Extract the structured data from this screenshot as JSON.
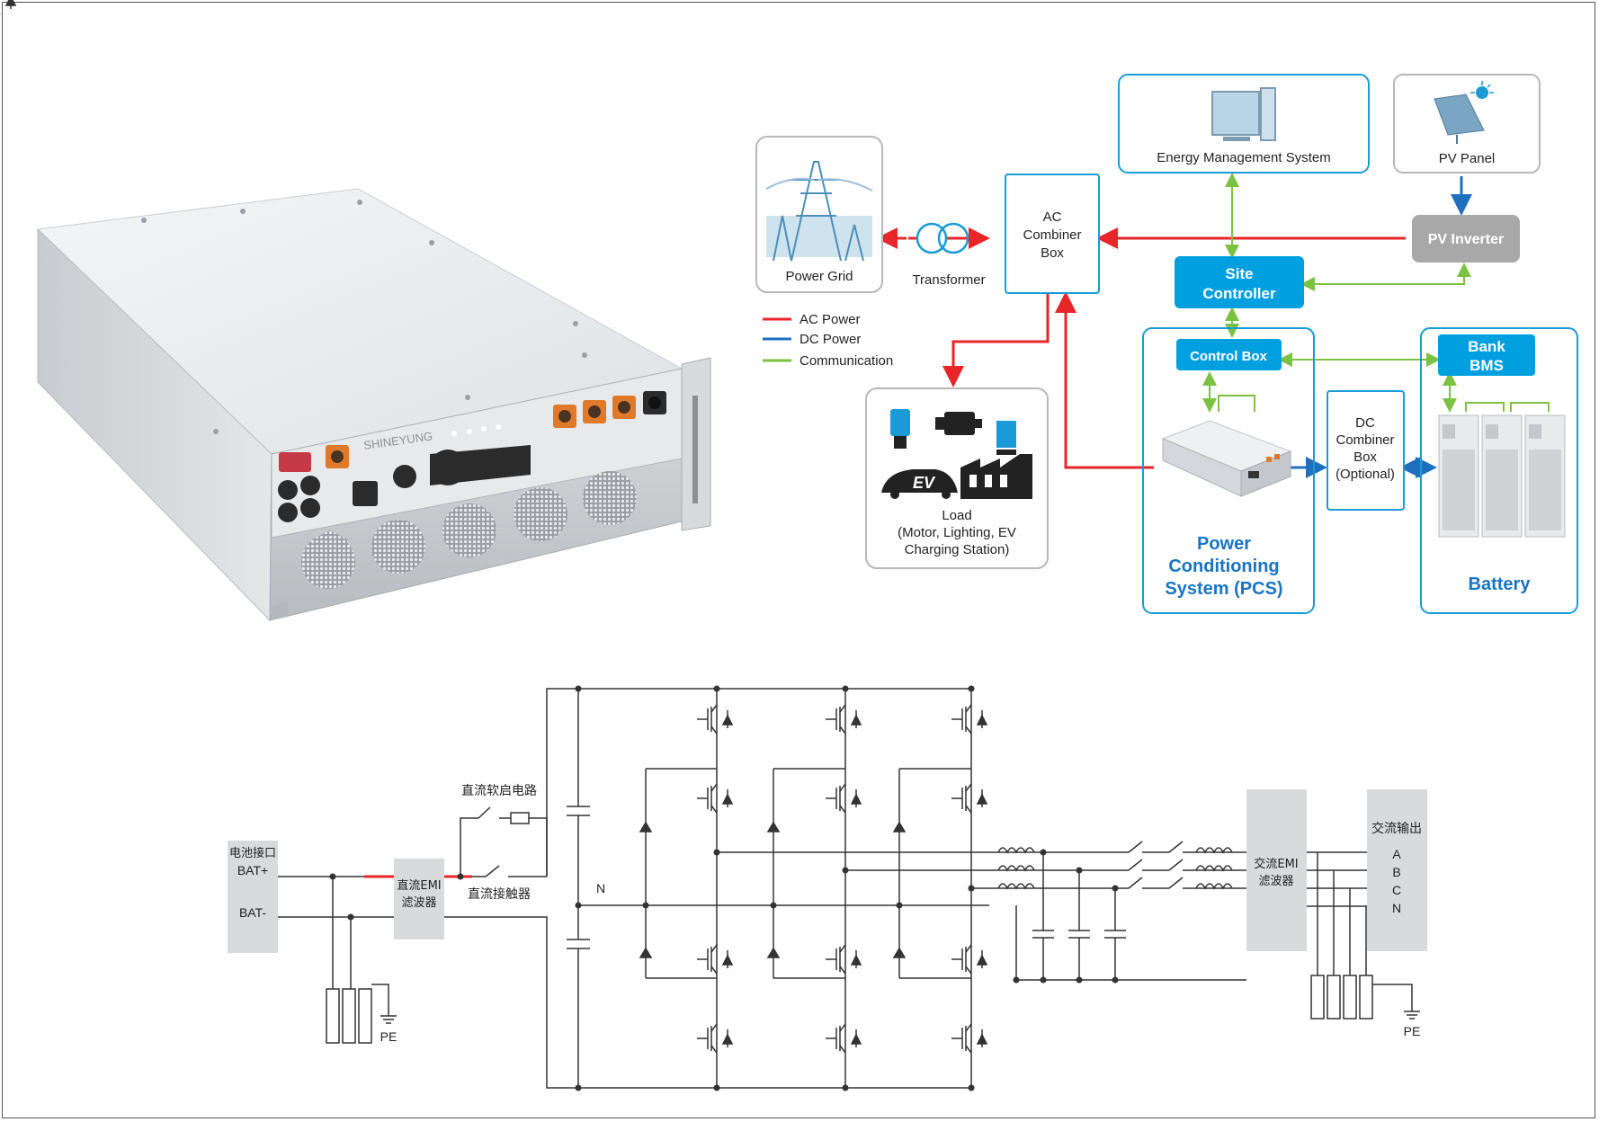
{
  "system": {
    "nodes": {
      "power_grid": "Power Grid",
      "transformer": "Transformer",
      "ac_combiner": [
        "AC",
        "Combiner",
        "Box"
      ],
      "ems": "Energy Management System",
      "pv_panel": "PV Panel",
      "pv_inverter": "PV Inverter",
      "site_controller": [
        "Site",
        "Controller"
      ],
      "control_box": "Control Box",
      "bank_bms": [
        "Bank",
        "BMS"
      ],
      "dc_combiner": [
        "DC",
        "Combiner",
        "Box",
        "(Optional)"
      ],
      "pcs": [
        "Power",
        "Conditioning",
        "System (PCS)"
      ],
      "battery": "Battery",
      "load": [
        "Load",
        "(Motor, Lighting, EV",
        "Charging Station)"
      ]
    },
    "legend": [
      {
        "label": "AC Power",
        "color": "#e8262a"
      },
      {
        "label": "DC Power",
        "color": "#1f6fbf"
      },
      {
        "label": "Communication",
        "color": "#7cc242"
      }
    ],
    "colors": {
      "accent": "#00a0e0",
      "ac": "#e8262a",
      "dc": "#1f6fbf",
      "comm": "#7cc242",
      "inverter": "#a8a8a8"
    }
  },
  "product": {
    "brand": "SHINEYUNG",
    "icon": "pcs-cabinet-icon"
  },
  "circuit": {
    "battery_port": "电池接口",
    "bat_pos": "BAT+",
    "bat_neg": "BAT-",
    "dc_emi": [
      "直流EMI",
      "滤波器"
    ],
    "soft_start": "直流软启电路",
    "dc_contactor": "直流接触器",
    "neutral": "N",
    "ac_emi": [
      "交流EMI",
      "滤波器"
    ],
    "ac_output": "交流输出",
    "phases": [
      "A",
      "B",
      "C",
      "N"
    ],
    "pe": "PE"
  }
}
